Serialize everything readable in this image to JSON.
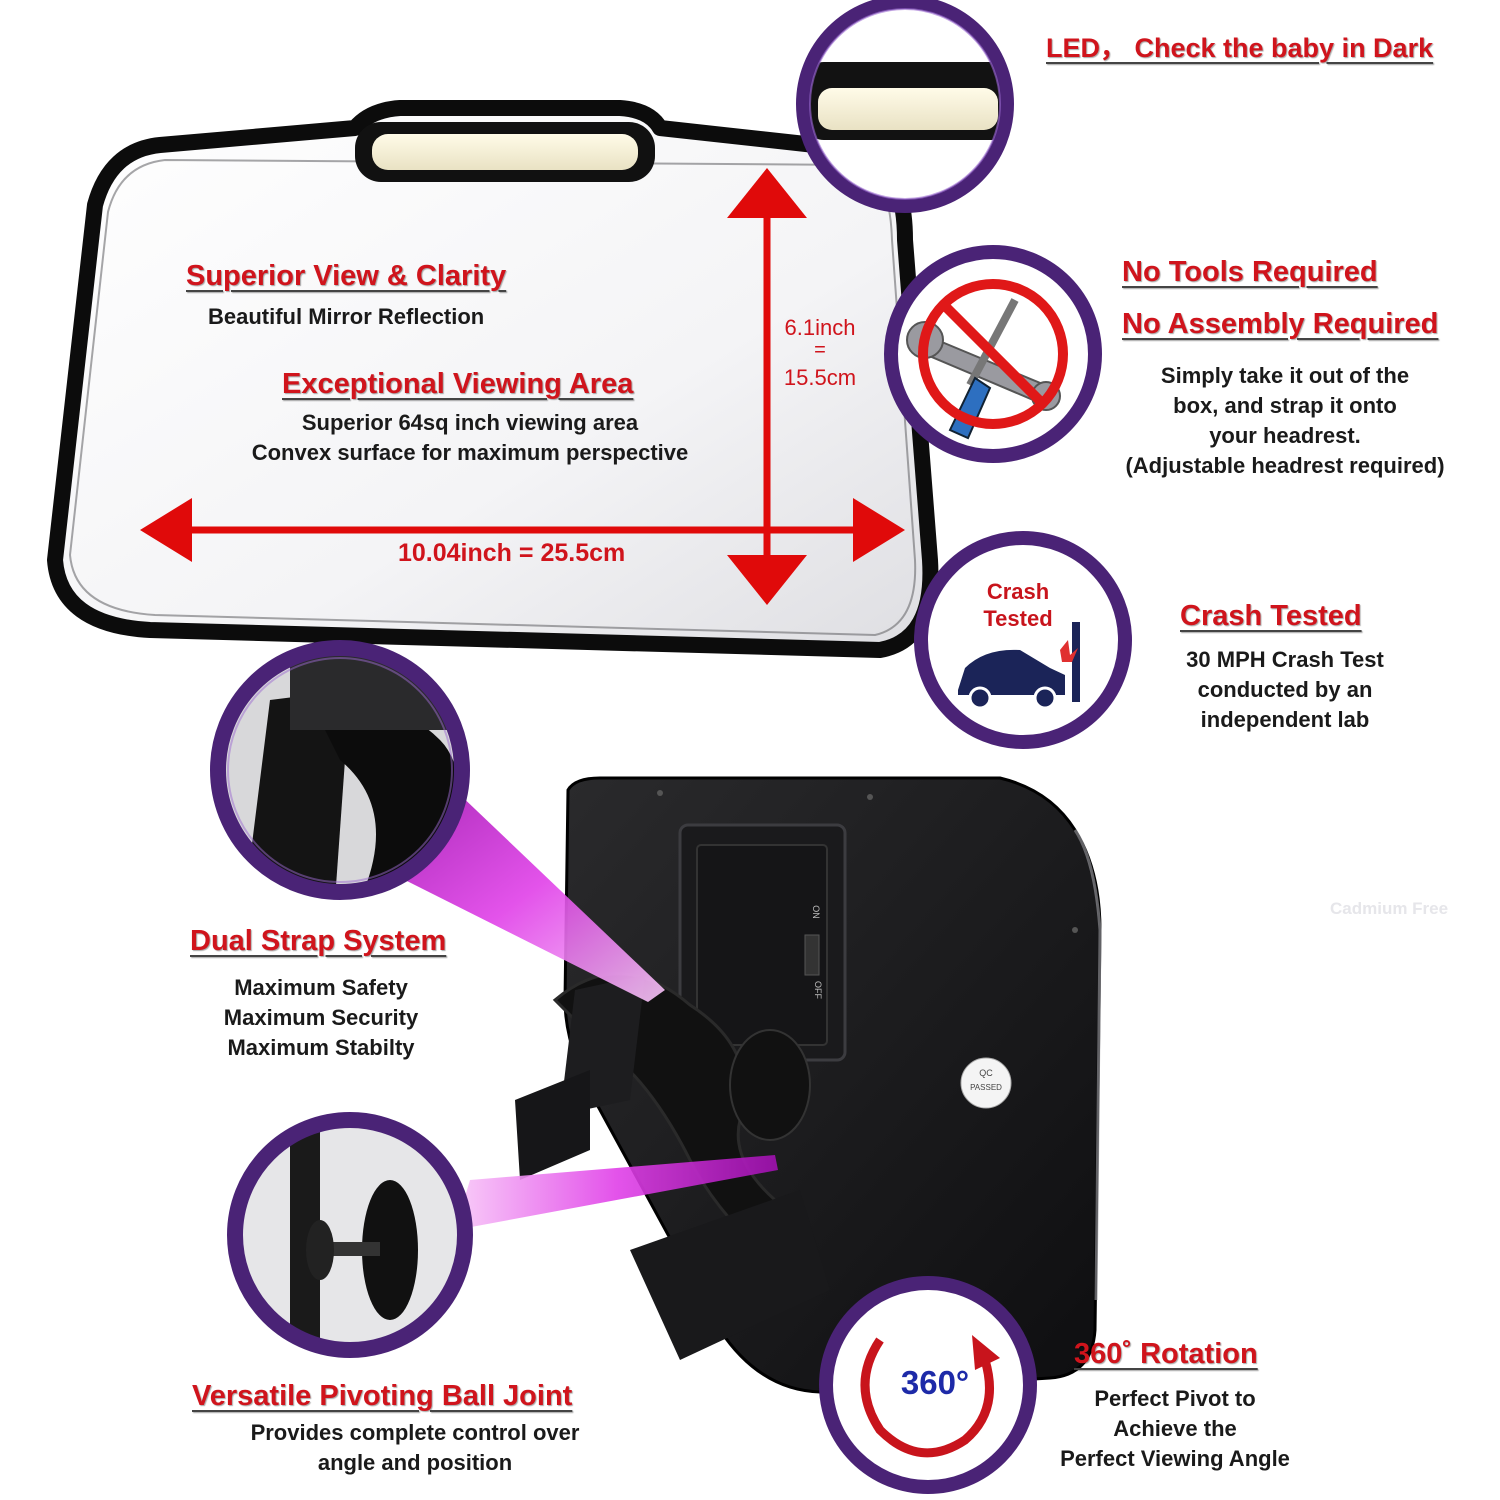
{
  "led": {
    "text": "LED， Check the baby in Dark"
  },
  "mirror": {
    "heading1": "Superior View & Clarity",
    "sub1": "Beautiful Mirror Reflection",
    "heading2": "Exceptional Viewing Area",
    "sub2_line1": "Superior 64sq inch viewing area",
    "sub2_line2": "Convex surface for maximum perspective",
    "width_label": "10.04inch = 25.5cm",
    "height_line1": "6.1inch",
    "height_line2": "=",
    "height_line3": "15.5cm"
  },
  "no_tools": {
    "heading1": "No Tools Required",
    "heading2": "No Assembly Required",
    "line1": "Simply take it out of the",
    "line2": "box, and strap it onto",
    "line3": "your headrest.",
    "line4": "(Adjustable headrest required)"
  },
  "crash": {
    "badge_line1": "Crash",
    "badge_line2": "Tested",
    "heading": "Crash Tested",
    "line1": "30 MPH Crash Test",
    "line2": "conducted by an",
    "line3": "independent lab"
  },
  "strap": {
    "heading": "Dual Strap System",
    "line1": "Maximum Safety",
    "line2": "Maximum Security",
    "line3": "Maximum Stabilty"
  },
  "pivot": {
    "heading": "Versatile Pivoting Ball Joint",
    "line1": "Provides complete control over",
    "line2": "angle and position"
  },
  "rotation": {
    "badge": "360°",
    "heading": "360˚ Rotation",
    "line1": "Perfect Pivot to",
    "line2": "Achieve the",
    "line3": "Perfect Viewing Angle"
  },
  "product_back": {
    "switch_on": "ON",
    "switch_off": "OFF",
    "qc_line1": "QC",
    "qc_line2": "PASSED"
  },
  "faint_text": {
    "t1": "Cadmium Free"
  },
  "colors": {
    "accent_red": "#d0141c",
    "circle_purple": "#5a2a8a",
    "beam_magenta": "#c020c8"
  }
}
